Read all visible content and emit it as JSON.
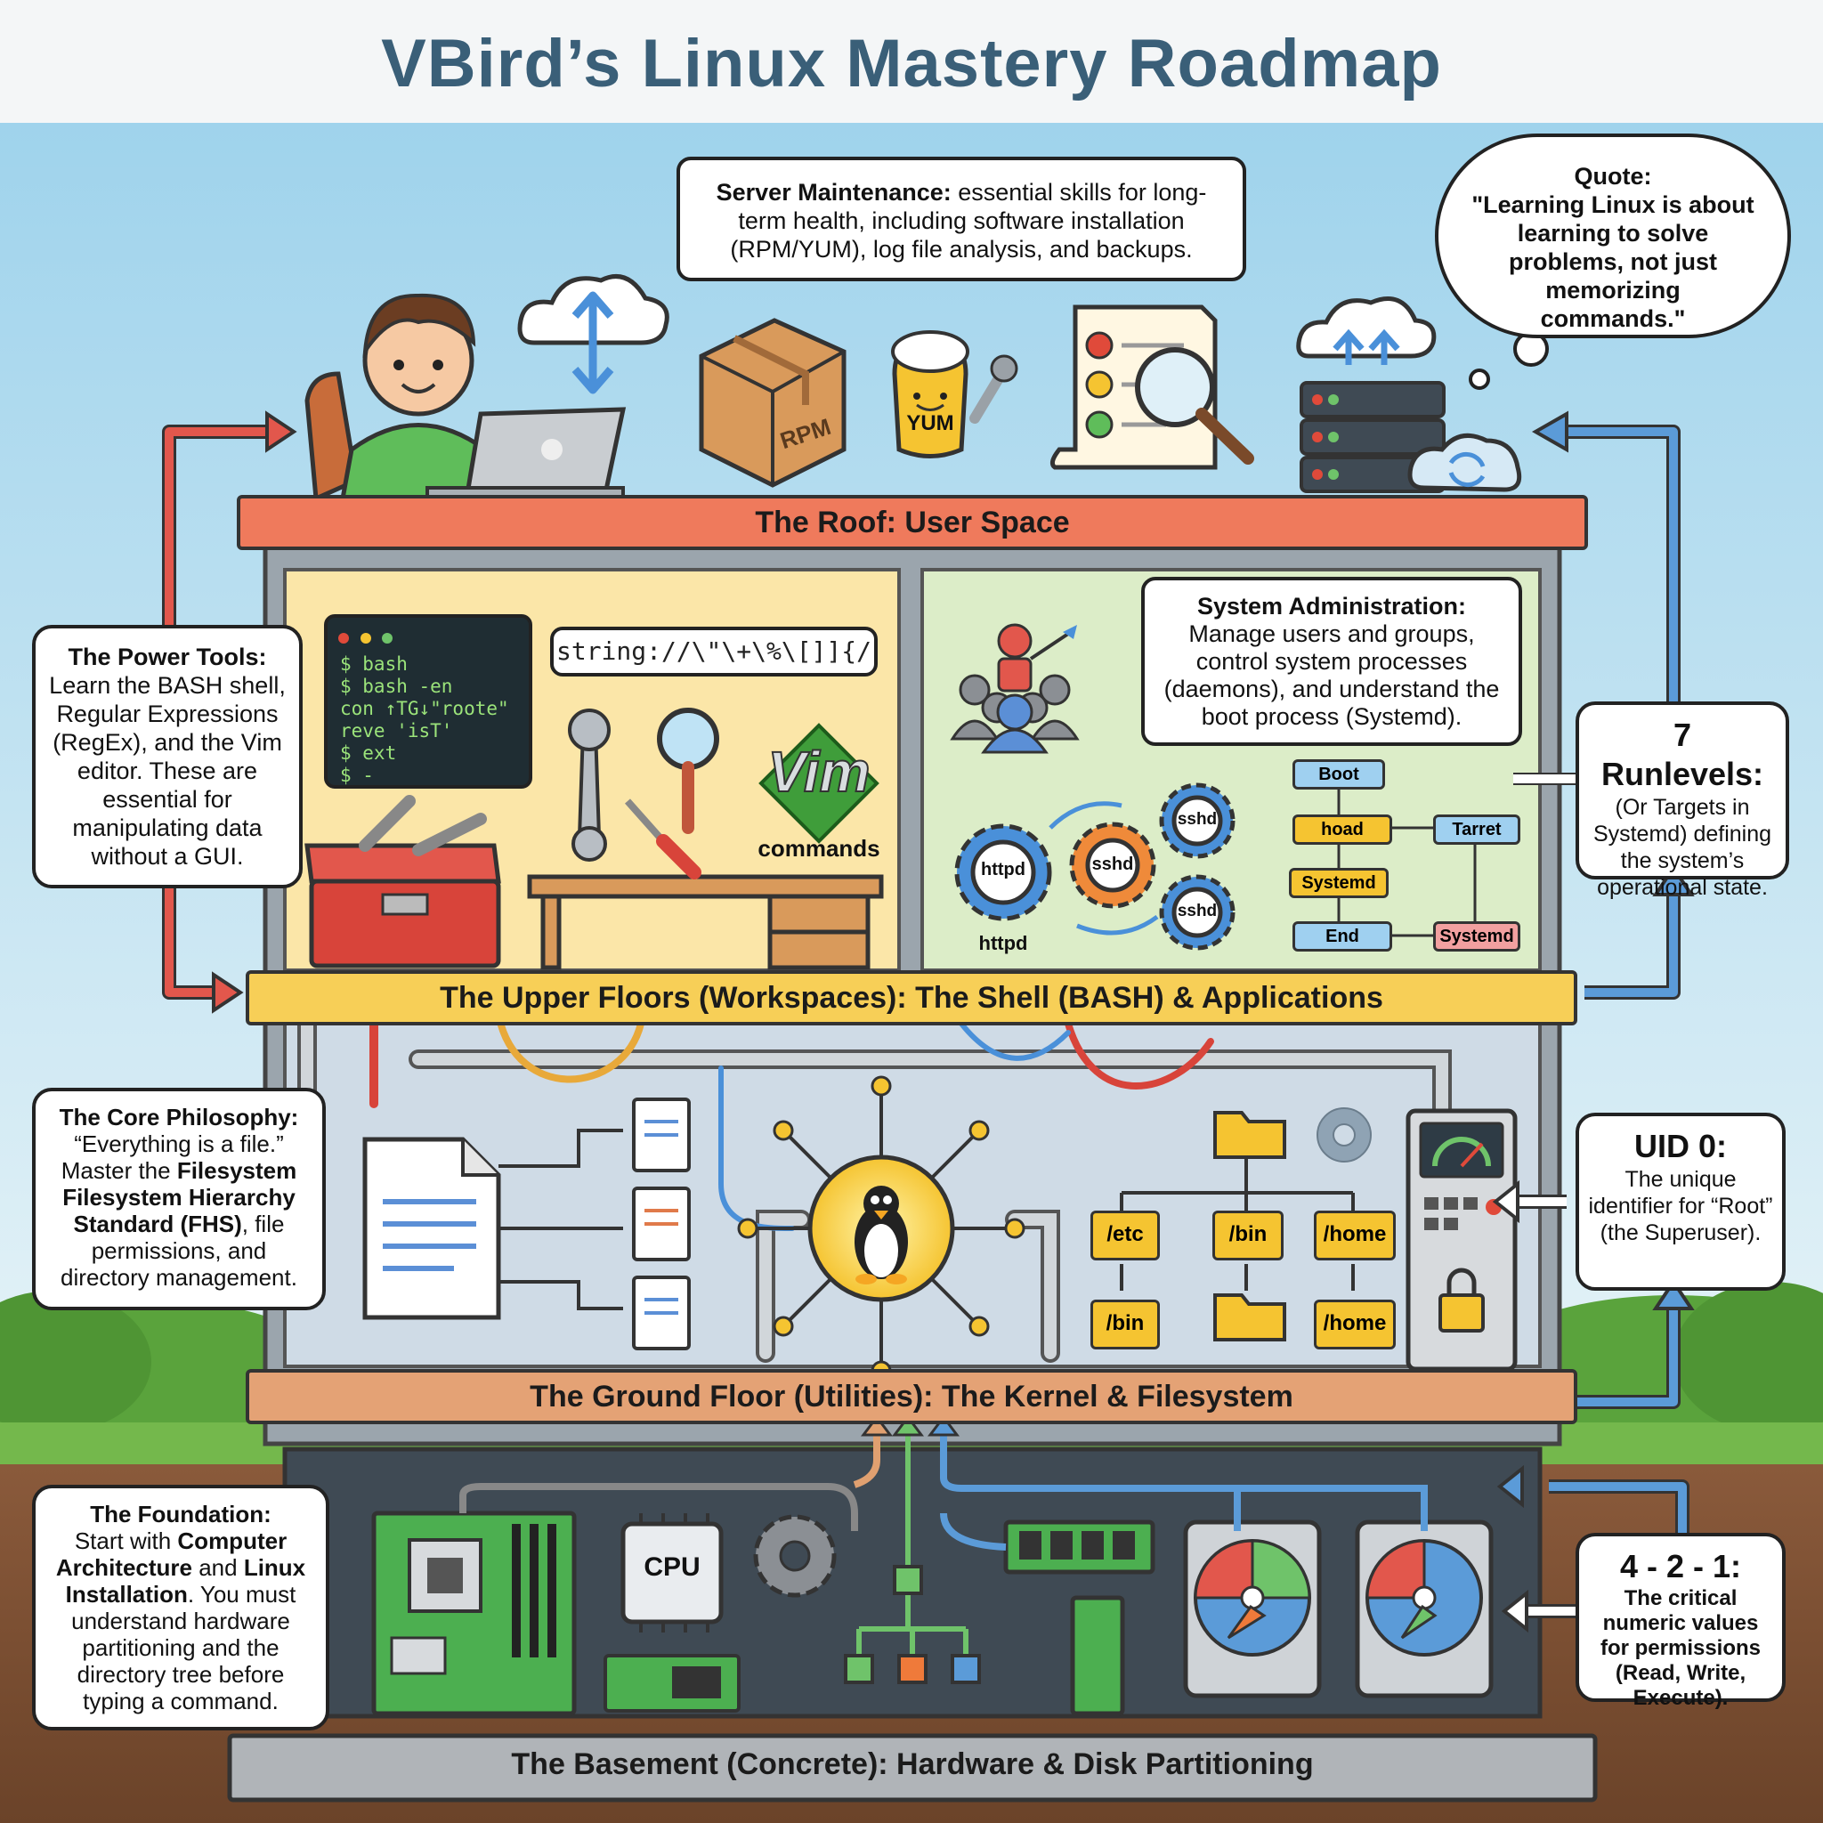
{
  "title": "VBird’s Linux Mastery Roadmap",
  "server_maintenance": {
    "heading": "Server Maintenance:",
    "text": "essential skills for long-term health, including software installation (RPM/YUM), log file analysis, and backups."
  },
  "quote": {
    "heading": "Quote:",
    "text": "\"Learning Linux is about learning to solve problems, not just memorizing commands.\""
  },
  "roof_label": "The Roof: User Space",
  "upper_label": "The Upper Floors (Workspaces): The Shell (BASH) & Applications",
  "ground_label": "The Ground Floor (Utilities): The Kernel & Filesystem",
  "basement_label": "The Basement (Concrete): Hardware & Disk Partitioning",
  "power_tools": {
    "heading": "The Power Tools:",
    "text": "Learn the BASH shell, Regular Expressions (RegEx), and the Vim editor. These are essential for manipulating data without a GUI."
  },
  "system_admin": {
    "heading": "System Administration:",
    "text": "Manage users and groups, control system processes (daemons), and understand the boot process (Systemd)."
  },
  "runlevels": {
    "heading": "7 Runlevels:",
    "text": "(Or Targets in Systemd) defining the system’s operational state."
  },
  "core_philosophy": {
    "heading": "The Core Philosophy:",
    "quote": "“Everything is a file.”",
    "line1_pre": "Master the ",
    "line1_bold": "Filesystem",
    "bold2": "Filesystem Hierarchy Standard (FHS)",
    "line_rest": ", file permissions, and directory management."
  },
  "uid0": {
    "heading": "UID 0:",
    "text": "The unique identifier for “Root” (the Superuser)."
  },
  "foundation": {
    "heading": "The Foundation:",
    "pre": "Start with ",
    "bold1": "Computer Architecture",
    "mid": " and ",
    "bold2": "Linux Installation",
    "post": ". You must understand hardware partitioning and the directory tree before typing a command."
  },
  "perms": {
    "heading": "4 - 2 - 1:",
    "text": "The critical numeric values for permissions (Read, Write, Execute)."
  },
  "terminal_lines": [
    "$ bash",
    "$ bash -en",
    "con ↑TG↓\"roote\"",
    "reve 'isT'",
    "$ ext",
    "$ -"
  ],
  "regex_string": "string://\\\"\\+\\%\\[]]{/",
  "vim_logo": "Vim",
  "vim_caption": "commands",
  "box_rpm": "RPM",
  "mascot_yum": "YUM",
  "gears": [
    "httpd",
    "sshd",
    "sshd",
    "sshd"
  ],
  "gear_caption": "httpd",
  "boot_flow": [
    "Boot",
    "hoad",
    "Systemd",
    "End",
    "Tarret",
    "Systemd"
  ],
  "folders": [
    "/etc",
    "/bin",
    "/home",
    "/bin",
    "/home"
  ],
  "cpu_label": "CPU",
  "colors": {
    "roof": "#ef7a5c",
    "upper": "#f7cf57",
    "ground": "#e4a275",
    "sky": "#a9d8ee",
    "title": "#3a5f78"
  }
}
